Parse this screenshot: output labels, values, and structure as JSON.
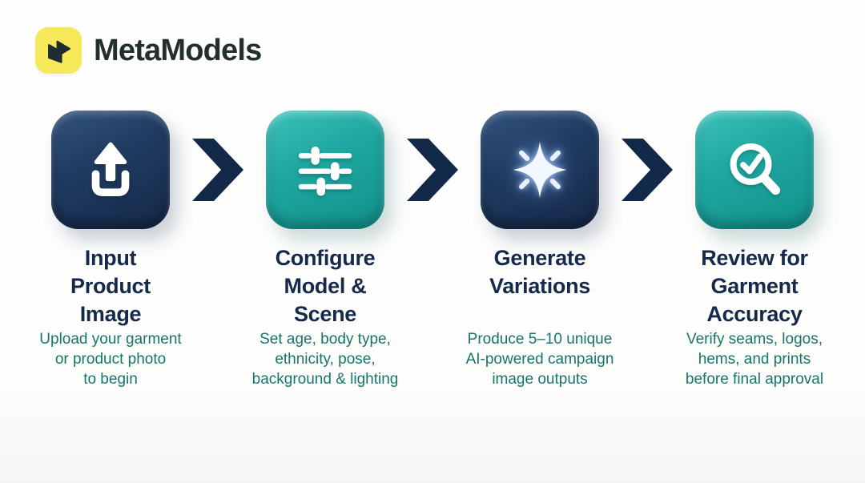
{
  "brand": {
    "name": "MetaModels"
  },
  "colors": {
    "background": "#fdfdfc",
    "navy_tile": "#1e3a5e",
    "teal_tile": "#1fa8a1",
    "arrow": "#13294a",
    "title_text": "#15294b",
    "description_text": "#17756c",
    "logo_yellow": "#f5e95a",
    "logo_glyph": "#1f2d33",
    "glyph_white": "#ffffff"
  },
  "steps": [
    {
      "title": "Input\nProduct\nImage",
      "description": "Upload your garment\nor product photo\nto begin",
      "icon": "upload-icon",
      "tile_color": "navy"
    },
    {
      "title": "Configure\nModel &\nScene",
      "description": "Set age, body type,\nethnicity, pose,\nbackground & lighting",
      "icon": "sliders-icon",
      "tile_color": "teal"
    },
    {
      "title": "Generate\nVariations",
      "description": "Produce 5–10 unique\nAI-powered campaign\nimage outputs",
      "icon": "sparkle-icon",
      "tile_color": "navy"
    },
    {
      "title": "Review for\nGarment\nAccuracy",
      "description": "Verify seams, logos,\nhems, and prints\nbefore final approval",
      "icon": "magnifier-check-icon",
      "tile_color": "teal"
    }
  ]
}
